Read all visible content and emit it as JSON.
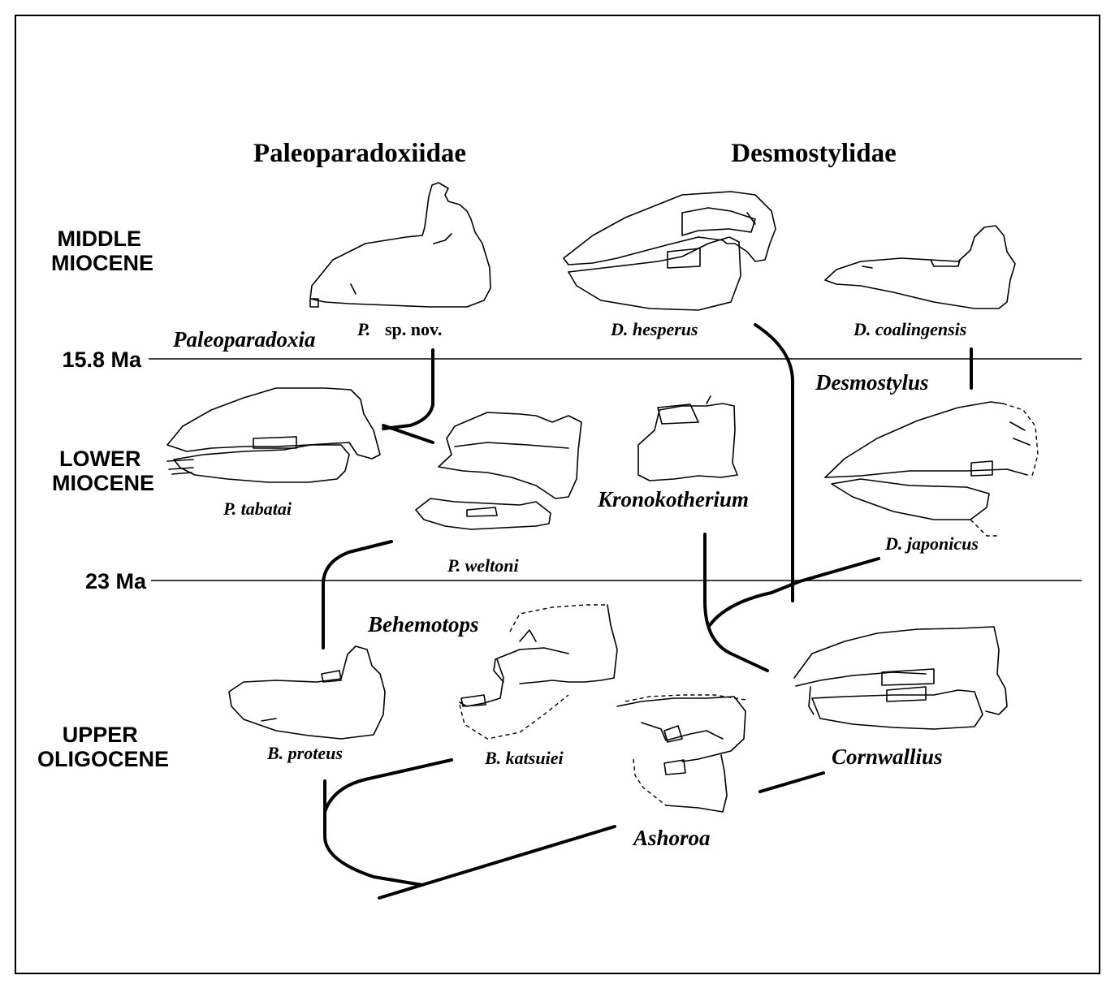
{
  "families": {
    "left": "Paleoparadoxiidae",
    "right": "Desmostylidae"
  },
  "epochs": {
    "middle": [
      "MIDDLE",
      "MIOCENE"
    ],
    "lower": [
      "LOWER",
      "MIOCENE"
    ],
    "upper": [
      "UPPER",
      "OLIGOCENE"
    ]
  },
  "boundaries": {
    "upper_ma": "15.8 Ma",
    "lower_ma": "23 Ma"
  },
  "genera": {
    "paleoparadoxia": "Paleoparadoxia",
    "desmostylus": "Desmostylus",
    "kronokotherium": "Kronokotherium",
    "behemotops": "Behemotops",
    "cornwallius": "Cornwallius",
    "ashoroa": "Ashoroa"
  },
  "species": {
    "p_sp_nov_genus": "P.",
    "p_sp_nov_rest": "sp. nov.",
    "d_hesperus": "D. hesperus",
    "d_coalingensis": "D. coalingensis",
    "p_tabatai": "P. tabatai",
    "p_weltoni": "P. weltoni",
    "d_japonicus": "D. japonicus",
    "b_proteus": "B. proteus",
    "b_katsuiei": "B. katsuiei"
  }
}
